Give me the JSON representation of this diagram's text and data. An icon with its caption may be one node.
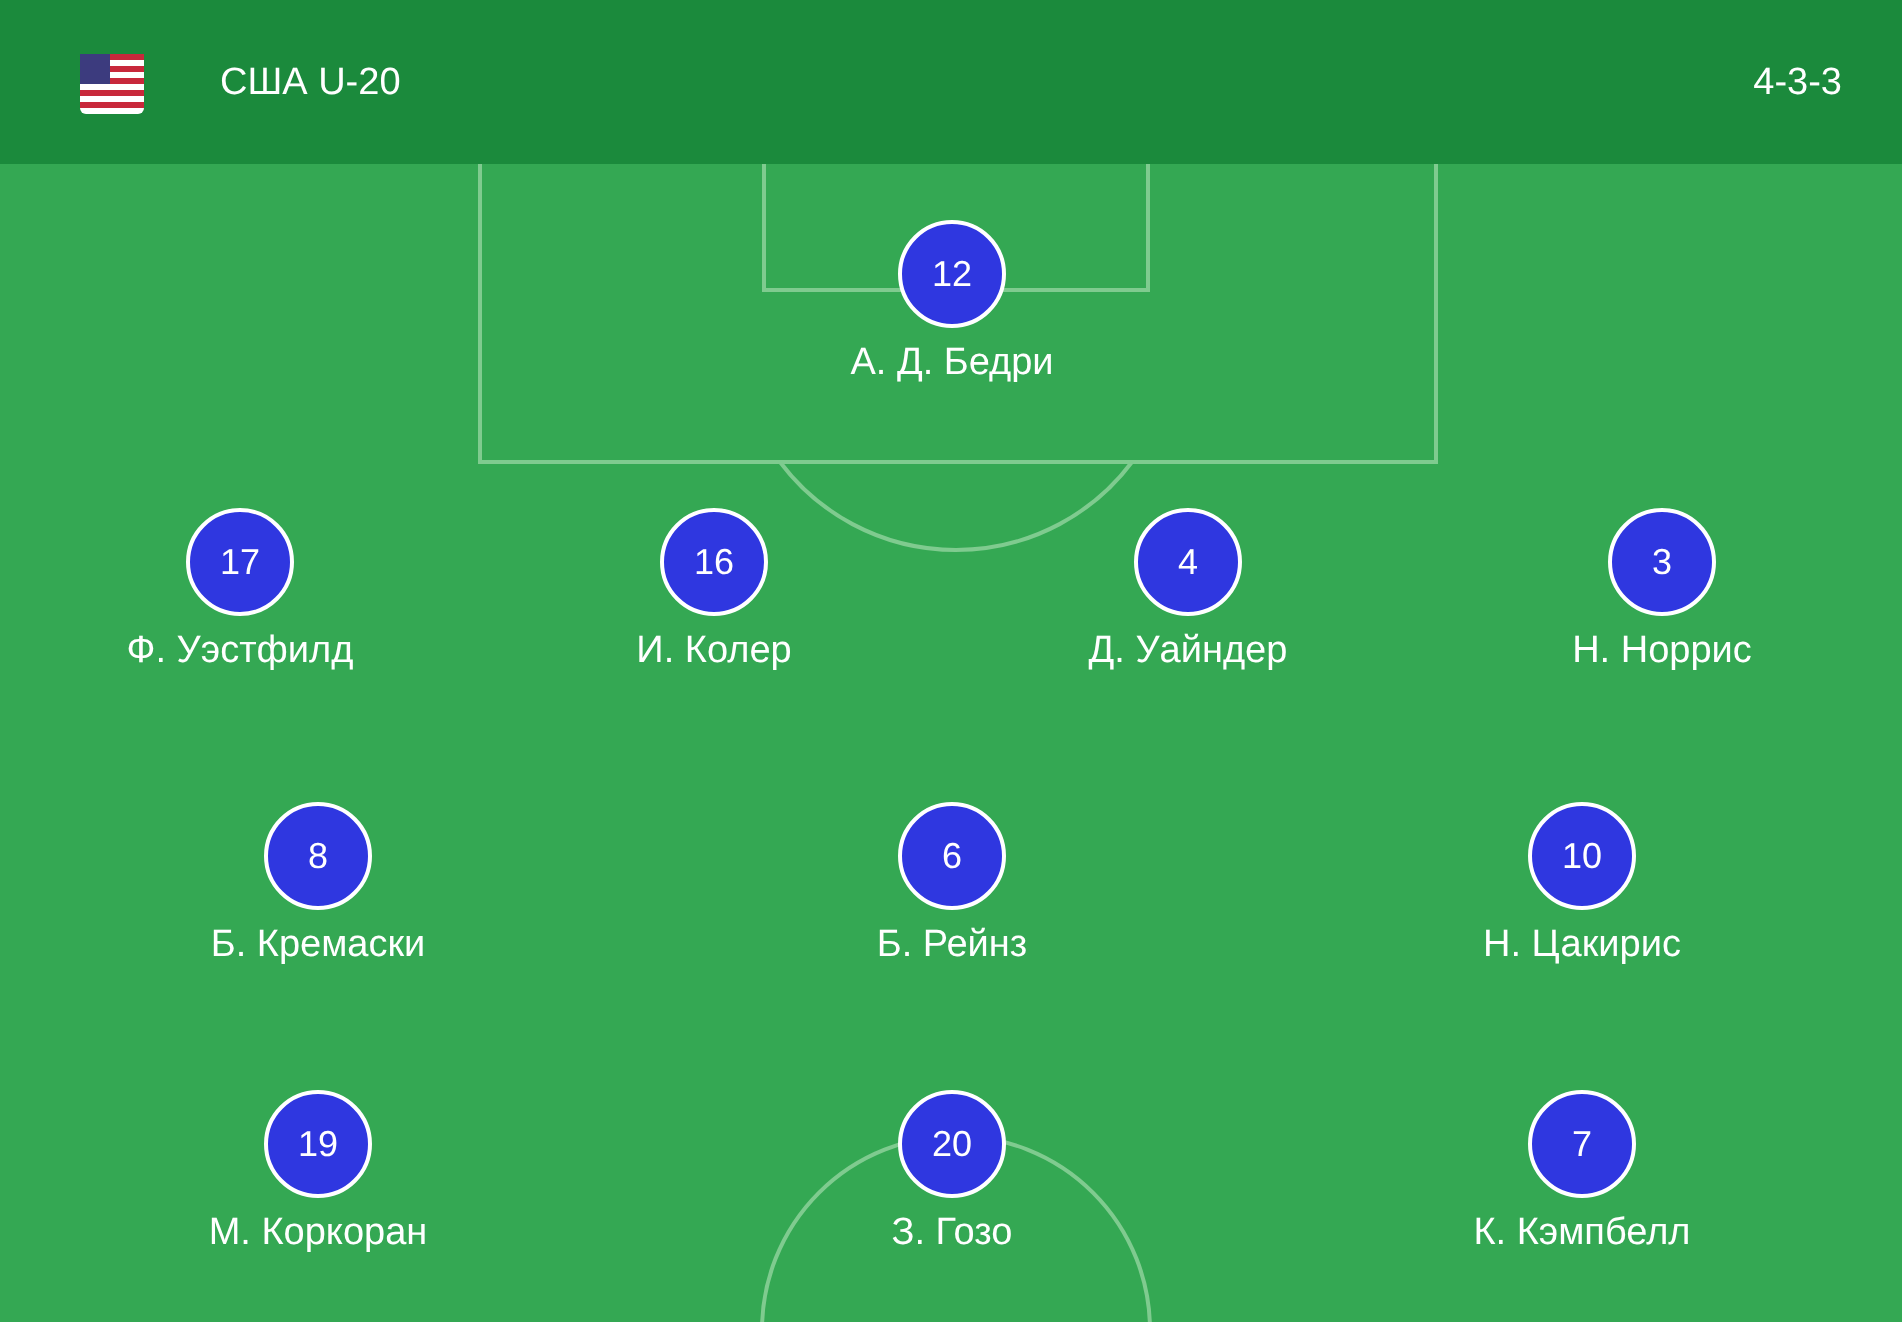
{
  "diagram": {
    "title": "США U-20",
    "nodes": [
      {
        "text": [
          "12"
        ],
        "beside": [
          "А. Д. Бедри"
        ]
      },
      {
        "text": [
          "17"
        ],
        "beside": [
          "Ф. Уэстфилд"
        ]
      },
      {
        "text": [
          "16"
        ],
        "beside": [
          "И. Колер"
        ]
      },
      {
        "text": [
          "4"
        ],
        "beside": [
          "Д. Уайндер"
        ]
      },
      {
        "text": [
          "3"
        ],
        "beside": [
          "Н. Норрис"
        ]
      },
      {
        "text": [
          "8"
        ],
        "beside": [
          "Б. Кремаски"
        ]
      },
      {
        "text": [
          "6"
        ],
        "beside": [
          "Б. Рейнз"
        ]
      },
      {
        "text": [
          "10"
        ],
        "beside": [
          "Н. Цакирис"
        ]
      },
      {
        "text": [
          "19"
        ],
        "beside": [
          "М. Коркоран"
        ]
      },
      {
        "text": [
          "20"
        ],
        "beside": [
          "З. Гозо"
        ]
      },
      {
        "text": [
          "7"
        ],
        "beside": [
          "К. Кэмпбелл"
        ]
      }
    ],
    "labels": [
      "4-3-3"
    ]
  }
}
